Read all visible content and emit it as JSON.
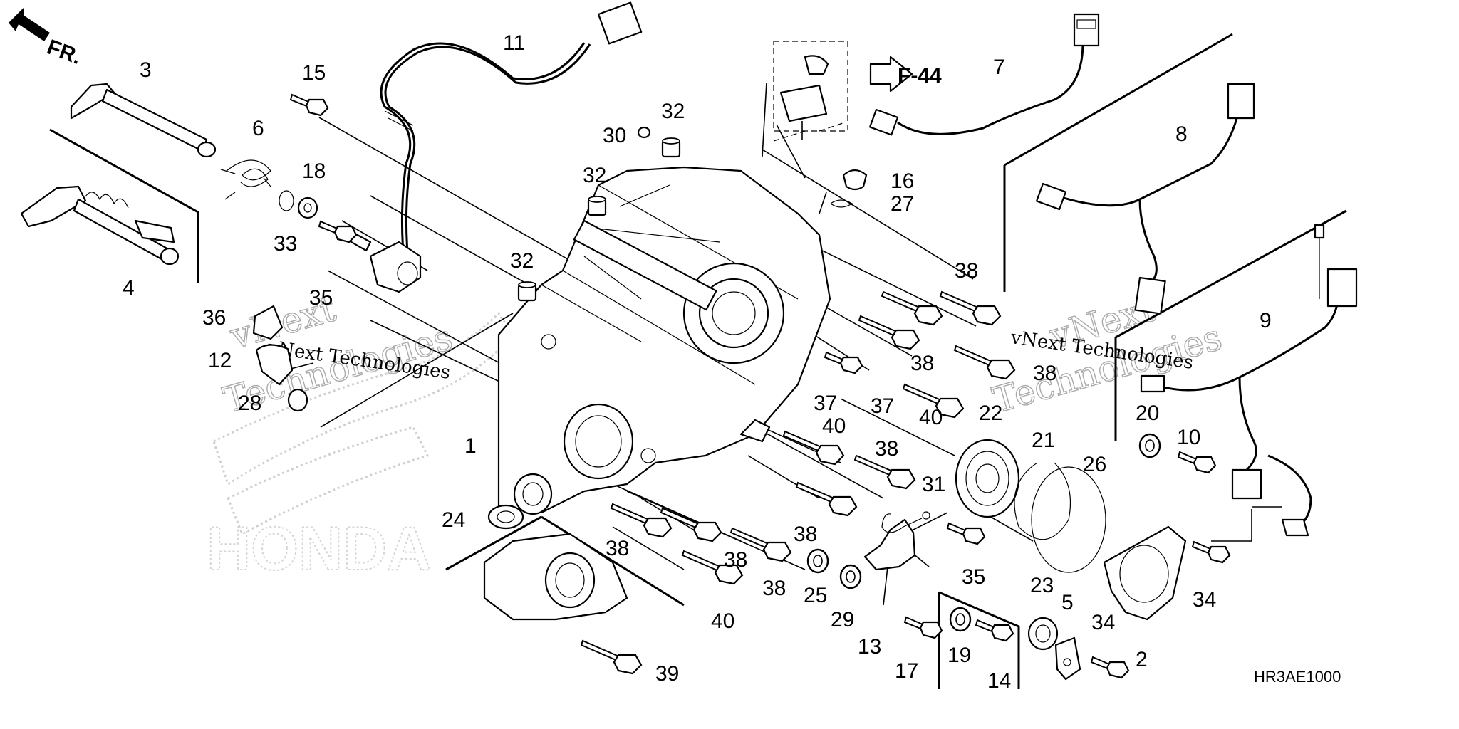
{
  "diagram": {
    "code": "HR3AE1000",
    "reference": "F-44",
    "orientation_label": "FR.",
    "watermarks": {
      "brand": "HONDA",
      "texts": [
        "vNext",
        "Technologies",
        "vNext Technologies"
      ]
    },
    "callouts": [
      {
        "id": "c1",
        "label": "1"
      },
      {
        "id": "c2",
        "label": "2"
      },
      {
        "id": "c3",
        "label": "3"
      },
      {
        "id": "c4",
        "label": "4"
      },
      {
        "id": "c5",
        "label": "5"
      },
      {
        "id": "c6",
        "label": "6"
      },
      {
        "id": "c7",
        "label": "7"
      },
      {
        "id": "c8",
        "label": "8"
      },
      {
        "id": "c9",
        "label": "9"
      },
      {
        "id": "c10",
        "label": "10"
      },
      {
        "id": "c11",
        "label": "11"
      },
      {
        "id": "c12",
        "label": "12"
      },
      {
        "id": "c13",
        "label": "13"
      },
      {
        "id": "c14",
        "label": "14"
      },
      {
        "id": "c15",
        "label": "15"
      },
      {
        "id": "c16",
        "label": "16"
      },
      {
        "id": "c17",
        "label": "17"
      },
      {
        "id": "c18",
        "label": "18"
      },
      {
        "id": "c19",
        "label": "19"
      },
      {
        "id": "c20",
        "label": "20"
      },
      {
        "id": "c21",
        "label": "21"
      },
      {
        "id": "c22",
        "label": "22"
      },
      {
        "id": "c23",
        "label": "23"
      },
      {
        "id": "c24",
        "label": "24"
      },
      {
        "id": "c25",
        "label": "25"
      },
      {
        "id": "c26",
        "label": "26"
      },
      {
        "id": "c27",
        "label": "27"
      },
      {
        "id": "c28",
        "label": "28"
      },
      {
        "id": "c29",
        "label": "29"
      },
      {
        "id": "c30",
        "label": "30"
      },
      {
        "id": "c31",
        "label": "31"
      },
      {
        "id": "c32a",
        "label": "32"
      },
      {
        "id": "c32b",
        "label": "32"
      },
      {
        "id": "c32c",
        "label": "32"
      },
      {
        "id": "c33",
        "label": "33"
      },
      {
        "id": "c34a",
        "label": "34"
      },
      {
        "id": "c34b",
        "label": "34"
      },
      {
        "id": "c35a",
        "label": "35"
      },
      {
        "id": "c35b",
        "label": "35"
      },
      {
        "id": "c36",
        "label": "36"
      },
      {
        "id": "c37a",
        "label": "37"
      },
      {
        "id": "c37b",
        "label": "37"
      },
      {
        "id": "c38a",
        "label": "38"
      },
      {
        "id": "c38b",
        "label": "38"
      },
      {
        "id": "c38c",
        "label": "38"
      },
      {
        "id": "c38d",
        "label": "38"
      },
      {
        "id": "c38e",
        "label": "38"
      },
      {
        "id": "c38f",
        "label": "38"
      },
      {
        "id": "c38g",
        "label": "38"
      },
      {
        "id": "c38h",
        "label": "38"
      },
      {
        "id": "c39",
        "label": "39"
      },
      {
        "id": "c40a",
        "label": "40"
      },
      {
        "id": "c40b",
        "label": "40"
      },
      {
        "id": "c40c",
        "label": "40"
      }
    ]
  }
}
